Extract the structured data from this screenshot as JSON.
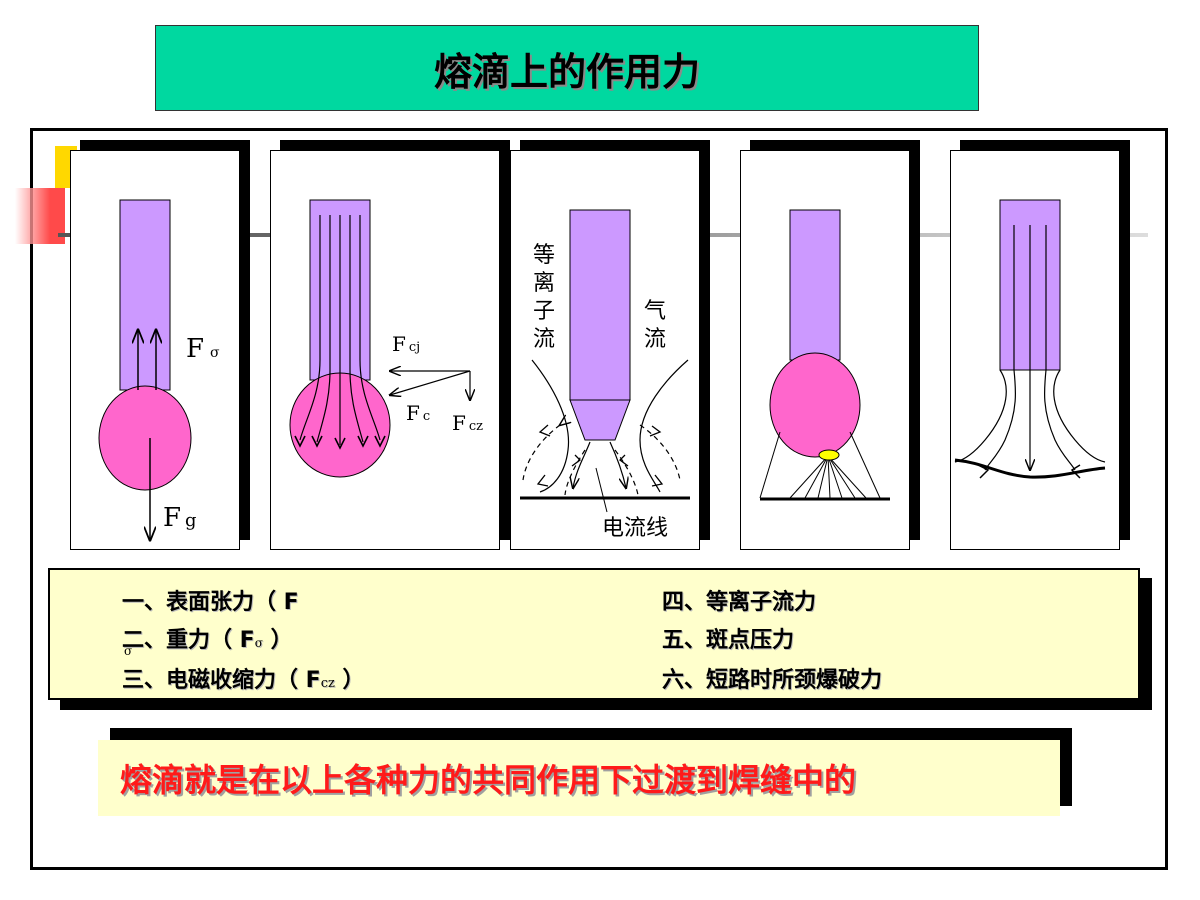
{
  "slide": {
    "title": "熔滴上的作用力",
    "colors": {
      "title_bg": "#00d8a0",
      "electrode": "#cc99ff",
      "droplet": "#ff66cc",
      "spot": "#ffff00",
      "legend_bg": "#ffffcc",
      "conclusion_text": "#ff1a1a"
    }
  },
  "diagrams": {
    "p1": {
      "f_sigma": "F",
      "f_sigma_sub": "σ",
      "f_g": "F",
      "f_g_sub": "g"
    },
    "p2": {
      "f_cj": "F",
      "f_cj_sub": "cj",
      "f_c": "F",
      "f_c_sub": "c",
      "f_cz": "F",
      "f_cz_sub": "cz"
    },
    "p3": {
      "plasma_label": [
        "等",
        "离",
        "子",
        "流"
      ],
      "gas_label": [
        "气",
        "流"
      ],
      "current_label": "电流线"
    }
  },
  "legend": {
    "left": [
      {
        "text": "一、表面张力（ F"
      },
      {
        "text": "二、重力（ F",
        "sub": "σ",
        "close": " ）",
        "stray": "σ"
      },
      {
        "text": "三、电磁收缩力（ F",
        "sub": "cz",
        "close": " ）"
      }
    ],
    "right": [
      {
        "text": "四、等离子流力"
      },
      {
        "text": "五、斑点压力"
      },
      {
        "text": "六、短路时所颈爆破力"
      }
    ]
  },
  "conclusion": "熔滴就是在以上各种力的共同作用下过渡到焊缝中的"
}
